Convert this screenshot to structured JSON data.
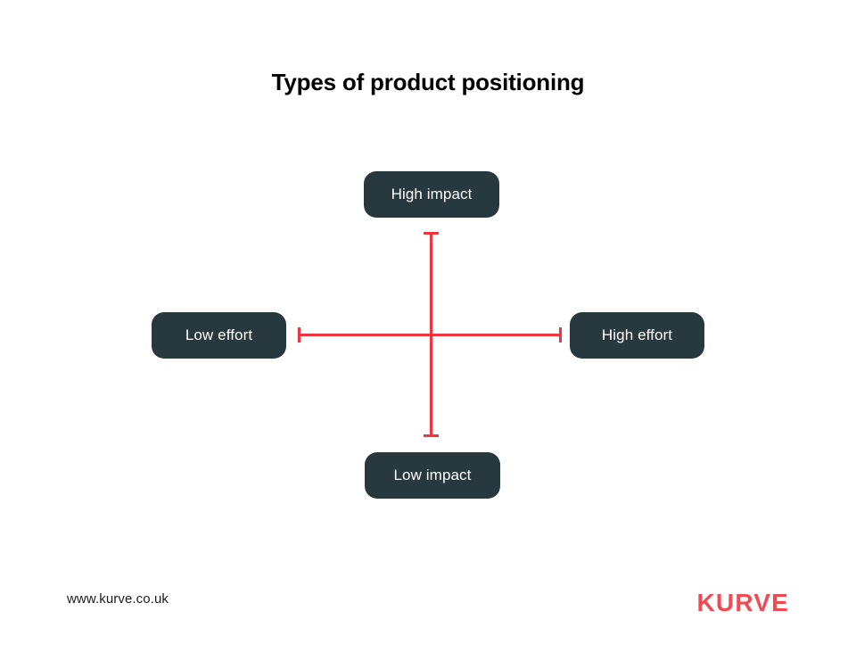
{
  "slide": {
    "title": "Types of product positioning",
    "background_color": "#ffffff"
  },
  "colors": {
    "box_fill": "#28383f",
    "box_text": "#ffffff",
    "axis_red": "#f5333f",
    "brand_red": "#f04b52",
    "title_text": "#000000",
    "footer_text": "#1b1b1b"
  },
  "chart_data": {
    "type": "diagram",
    "title": "Types of product positioning",
    "subtype": "2x2-axis-cross",
    "axes": [
      {
        "name": "impact",
        "orientation": "vertical",
        "low_label": "Low impact",
        "high_label": "High impact",
        "color": "#f5333f",
        "cap_style": "perpendicular-tick"
      },
      {
        "name": "effort",
        "orientation": "horizontal",
        "low_label": "Low effort",
        "high_label": "High effort",
        "color": "#f5333f",
        "cap_style": "perpendicular-tick"
      }
    ],
    "labels": [
      "High impact",
      "Low effort",
      "High effort",
      "Low impact"
    ],
    "legend": null,
    "grid": false
  },
  "diagram": {
    "nodes": {
      "top": {
        "label": "High impact",
        "position": "top"
      },
      "left": {
        "label": "Low effort",
        "position": "left"
      },
      "right": {
        "label": "High effort",
        "position": "right"
      },
      "bottom": {
        "label": "Low impact",
        "position": "bottom"
      }
    }
  },
  "footer": {
    "url": "www.kurve.co.uk",
    "brand": "KURVE"
  }
}
